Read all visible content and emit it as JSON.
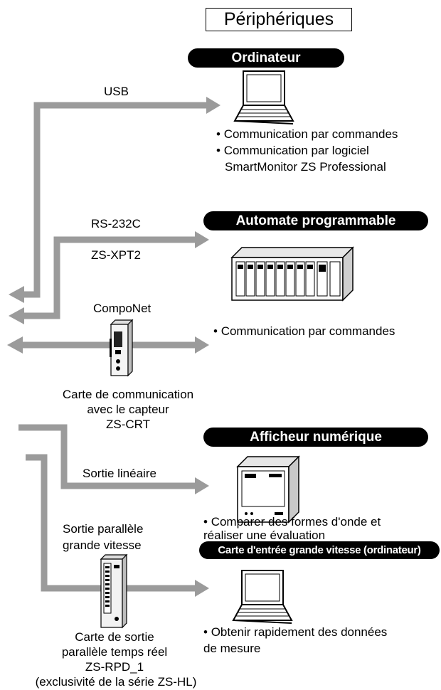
{
  "title": "Périphériques",
  "sections": {
    "computer": {
      "header": "Ordinateur",
      "bullets": [
        "Communication par commandes",
        "Communication par logiciel",
        "SmartMonitor ZS Professional"
      ]
    },
    "plc": {
      "header": "Automate programmable",
      "bullets": [
        "Communication par commandes"
      ]
    },
    "display": {
      "header": "Afficheur numérique",
      "bullets": [
        "Comparer des formes d'onde et",
        "réaliser une évaluation"
      ]
    },
    "highspeed": {
      "header": "Carte d'entrée grande vitesse (ordinateur)",
      "bullets": [
        "Obtenir rapidement des données",
        "de mesure"
      ]
    }
  },
  "links": {
    "usb": "USB",
    "rs232c": "RS-232C",
    "zsxpt2": "ZS-XPT2",
    "componet": "CompoNet",
    "linear": "Sortie linéaire",
    "parallel": [
      "Sortie parallèle",
      "grande vitesse"
    ]
  },
  "devices": {
    "comm_unit": [
      "Carte de communication",
      "avec le capteur",
      "ZS-CRT"
    ],
    "parallel_unit": [
      "Carte de sortie",
      "parallèle temps réel",
      "ZS-RPD_1",
      "(exclusivité de la série ZS-HL)"
    ]
  },
  "icons": {
    "computer": "laptop-icon",
    "plc": "plc-rack-icon",
    "display": "digital-panel-meter-icon",
    "comm_unit": "din-rail-module-icon",
    "parallel_unit": "parallel-output-unit-icon"
  },
  "colors": {
    "connector": "#9b9b9b",
    "header_bg": "#000000",
    "header_text": "#ffffff"
  }
}
